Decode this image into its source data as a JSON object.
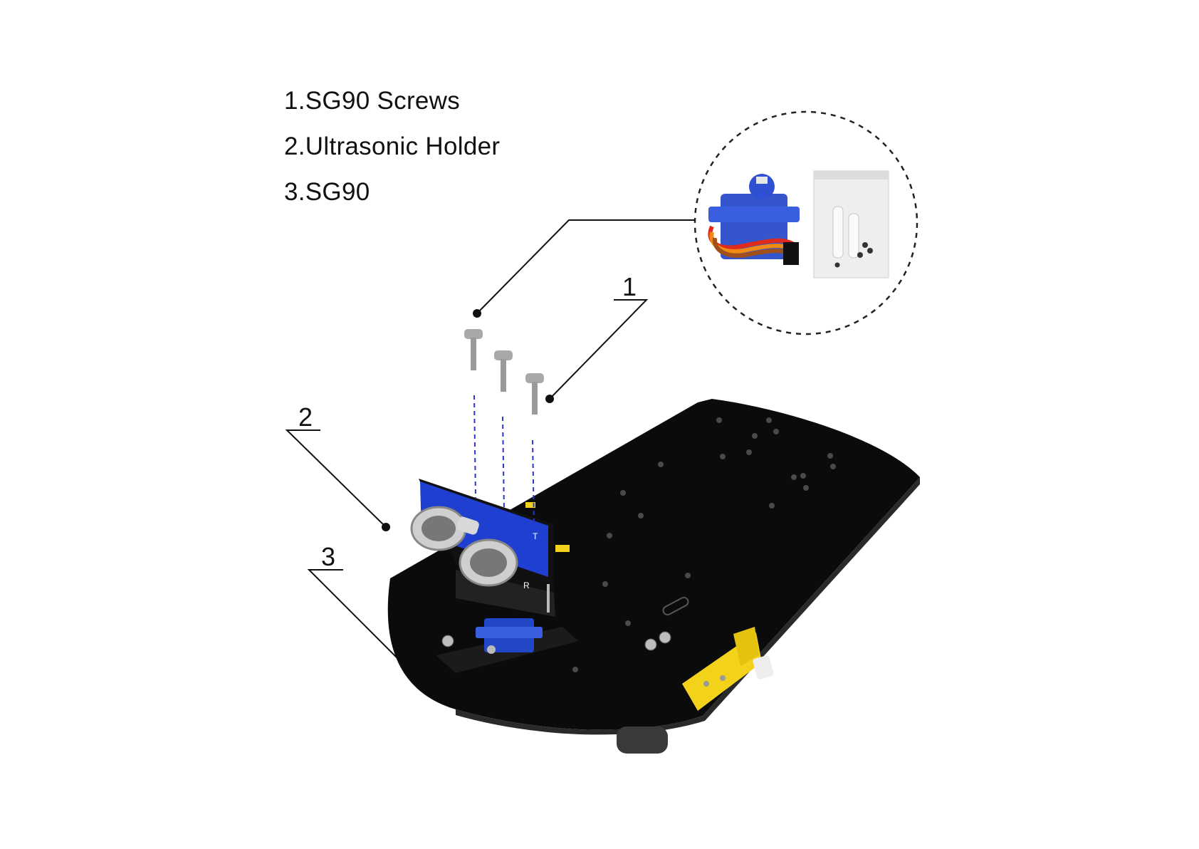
{
  "legend": {
    "items": [
      {
        "text": "1.SG90 Screws"
      },
      {
        "text": "2.Ultrasonic Holder"
      },
      {
        "text": "3.SG90"
      }
    ]
  },
  "callouts": {
    "c1": "1",
    "c2": "2",
    "c3": "3"
  },
  "colors": {
    "plate": "#0b0b0b",
    "servo_blue": "#2446c8",
    "motor_yellow": "#f3d21c",
    "screw_grey": "#9a9a9a",
    "guide_dash": "#2a35c9"
  },
  "sensor": {
    "transducer_labels": [
      "T",
      "R"
    ]
  }
}
